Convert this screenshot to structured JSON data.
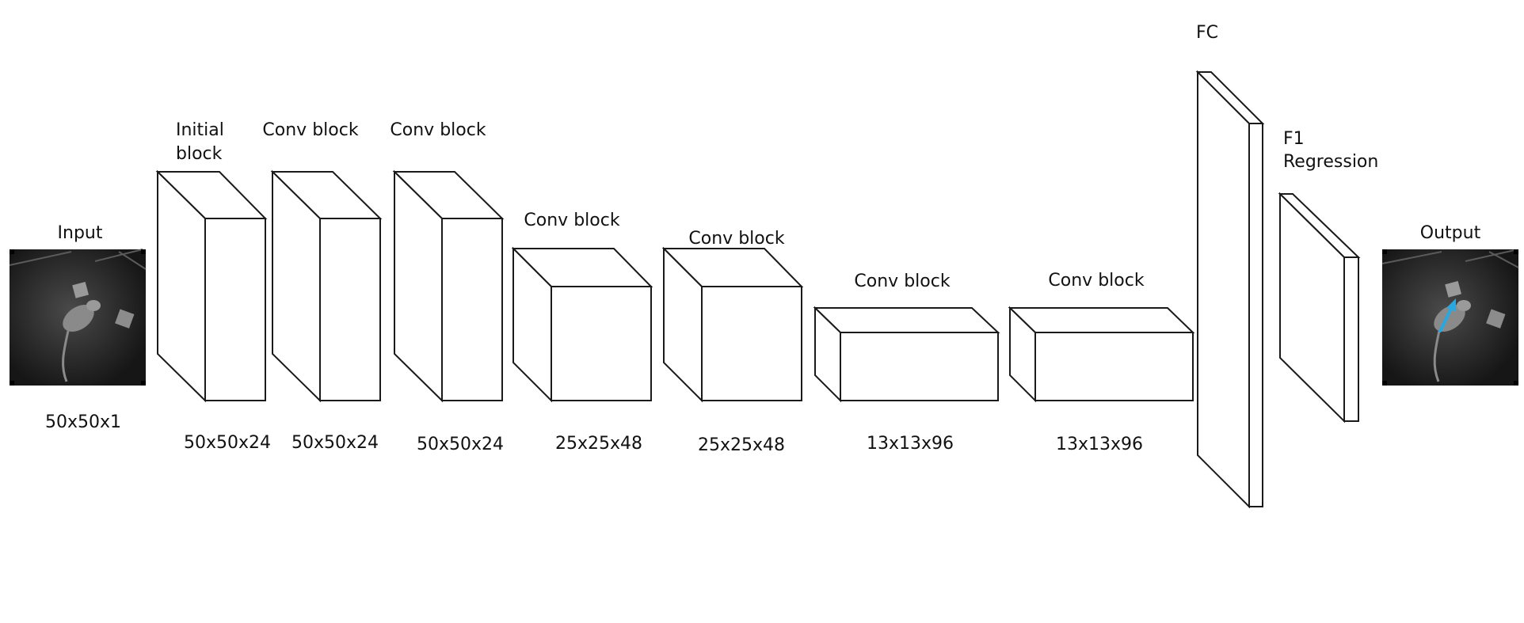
{
  "input": {
    "title": "Input",
    "dims": "50x50x1"
  },
  "output": {
    "title": "Output"
  },
  "blocks": [
    {
      "label_lines": [
        "Initial",
        "block"
      ],
      "dims": "50x50x24"
    },
    {
      "label_lines": [
        "Conv block"
      ],
      "dims": "50x50x24"
    },
    {
      "label_lines": [
        "Conv block"
      ],
      "dims": "50x50x24"
    },
    {
      "label_lines": [
        "Conv block"
      ],
      "dims": "25x25x48"
    },
    {
      "label_lines": [
        "Conv block"
      ],
      "dims": "25x25x48"
    },
    {
      "label_lines": [
        "Conv block"
      ],
      "dims": "13x13x96"
    },
    {
      "label_lines": [
        "Conv block"
      ],
      "dims": "13x13x96"
    }
  ],
  "fc": {
    "label": "FC"
  },
  "regression": {
    "label_lines": [
      "F1",
      "Regression"
    ]
  },
  "colors": {
    "stroke": "#1a1a1a",
    "arrow": "#29a8e0",
    "image_bg": "#2a2a2a"
  }
}
